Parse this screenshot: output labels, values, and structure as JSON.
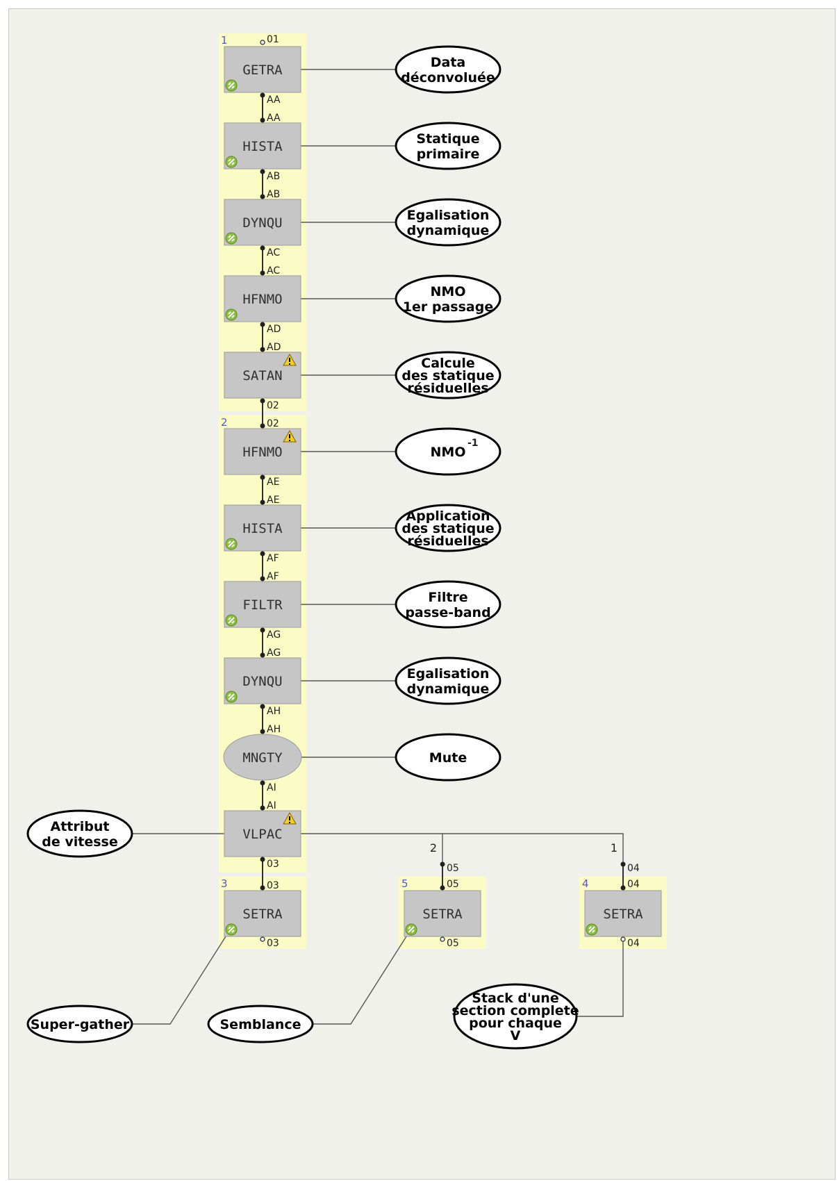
{
  "groups": [
    {
      "number": "1"
    },
    {
      "number": "2"
    },
    {
      "number": "3"
    },
    {
      "number": "5"
    },
    {
      "number": "4"
    }
  ],
  "modules": [
    {
      "name": "GETRA",
      "status": "ok"
    },
    {
      "name": "HISTA",
      "status": "ok"
    },
    {
      "name": "DYNQU",
      "status": "ok"
    },
    {
      "name": "HFNMO",
      "status": "ok"
    },
    {
      "name": "SATAN",
      "status": "warning"
    },
    {
      "name": "HFNMO",
      "status": "warning"
    },
    {
      "name": "HISTA",
      "status": "ok"
    },
    {
      "name": "FILTR",
      "status": "ok"
    },
    {
      "name": "DYNQU",
      "status": "ok"
    },
    {
      "name": "MNGTY",
      "status": "none",
      "shape": "ellipse"
    },
    {
      "name": "VLPAC",
      "status": "warning"
    },
    {
      "name": "SETRA",
      "status": "ok"
    },
    {
      "name": "SETRA",
      "status": "ok"
    },
    {
      "name": "SETRA",
      "status": "ok"
    }
  ],
  "port_labels": {
    "top_in": "01",
    "links": [
      [
        "AA",
        "AA"
      ],
      [
        "AB",
        "AB"
      ],
      [
        "AC",
        "AC"
      ],
      [
        "AD",
        "AD"
      ],
      [
        "02",
        "02"
      ],
      [
        "AE",
        "AE"
      ],
      [
        "AF",
        "AF"
      ],
      [
        "AG",
        "AG"
      ],
      [
        "AH",
        "AH"
      ],
      [
        "AI",
        "AI"
      ],
      [
        "03",
        "03"
      ]
    ],
    "branch_links": [
      {
        "index": "2",
        "top": "05",
        "bottom": "05",
        "out": "05"
      },
      {
        "index": "1",
        "top": "04",
        "bottom": "04",
        "out": "04"
      }
    ],
    "setra3_out": "03"
  },
  "notes": [
    {
      "lines": [
        "Data",
        "déconvoluée"
      ]
    },
    {
      "lines": [
        "Statique",
        "primaire"
      ]
    },
    {
      "lines": [
        "Egalisation",
        "dynamique"
      ]
    },
    {
      "lines": [
        "NMO",
        "1er passage"
      ]
    },
    {
      "lines": [
        "Calcule",
        "des statique",
        "résiduelles"
      ]
    },
    {
      "lines": [
        "NMO"
      ],
      "superscript": "-1"
    },
    {
      "lines": [
        "Application",
        "des statique",
        "résiduelles"
      ]
    },
    {
      "lines": [
        "Filtre",
        "passe-band"
      ]
    },
    {
      "lines": [
        "Egalisation",
        "dynamique"
      ]
    },
    {
      "lines": [
        "Mute"
      ]
    },
    {
      "lines": [
        "Attribut",
        "de vitesse"
      ]
    },
    {
      "lines": [
        "Super-gather"
      ]
    },
    {
      "lines": [
        "Semblance"
      ]
    },
    {
      "lines": [
        "Stack d'une",
        "section complete",
        "pour chaque",
        "V"
      ]
    }
  ],
  "colors": {
    "group_bg": "#fbfbc6",
    "module_fill": "#c6c6c6",
    "group_number": "#5555bb",
    "ok_icon": "#8cbf3f",
    "warn_icon": "#f0d020"
  }
}
